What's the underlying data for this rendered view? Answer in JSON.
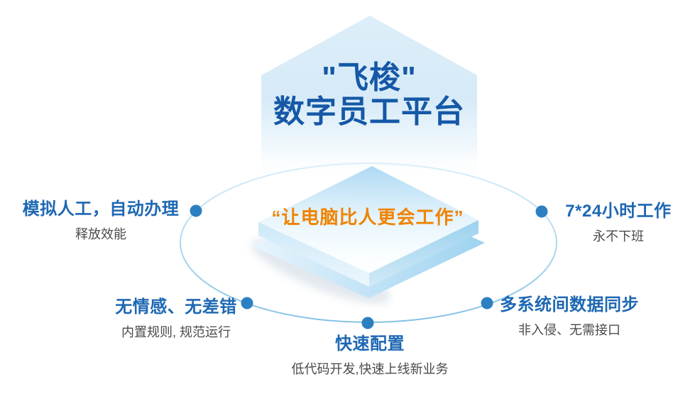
{
  "diagram": {
    "header": {
      "line1": "\"飞梭\"",
      "line2": "数字员工平台"
    },
    "platform": {
      "slogan": "“让电脑比人更会工作”"
    },
    "features": [
      {
        "position": "left",
        "title": "模拟人工，自动办理",
        "subtitle": "释放效能"
      },
      {
        "position": "right",
        "title": "7*24小时工作",
        "subtitle": "永不下班"
      },
      {
        "position": "bottom-left",
        "title": "无情感、无差错",
        "subtitle": "内置规则, 规范运行"
      },
      {
        "position": "bottom-right",
        "title": "多系统间数据同步",
        "subtitle": "非入侵、无需接口"
      },
      {
        "position": "bottom-center",
        "title": "快速配置",
        "subtitle": "低代码开发,快速上线新业务"
      }
    ],
    "colors": {
      "title_blue": "#1558a7",
      "feature_blue": "#1e68b3",
      "slogan_orange": "#f08300",
      "subtitle_gray": "#4a4a4a",
      "dot_blue": "#2c80c2",
      "ellipse_stroke": "#a9d4ee",
      "hexagon_fill": "#d8ecf8",
      "platform_top": "#aedaf3"
    }
  }
}
